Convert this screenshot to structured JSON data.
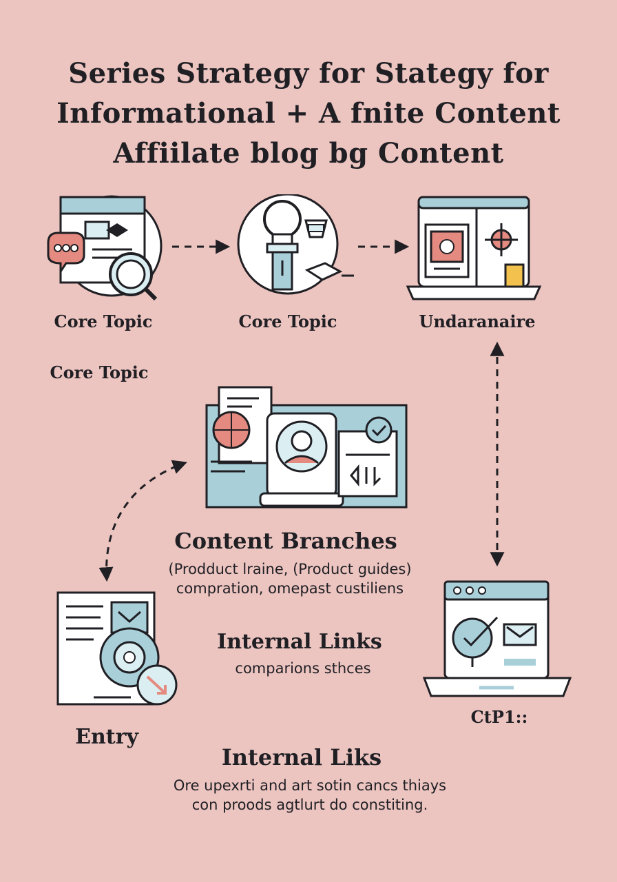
{
  "title": {
    "line1": "Series Strategy for  Stategy for",
    "line2": "Informational + A fnite Content",
    "line3": "Affiilate  blog  bg Content"
  },
  "nodes": {
    "core_topic_1": "Core Topic",
    "core_topic_2": "Core Topic",
    "undaranaire": "Undaranaire",
    "core_topic_3": "Core Topic",
    "content_branches": "Content Branches",
    "content_branches_line1": "(Prodduct lraine, (Product guides)",
    "content_branches_line2": "compration,  omepast custiliens",
    "internal_links_1": "Internal Links",
    "internal_links_1_desc": "comparions  sthces",
    "entry": "Entry",
    "ctp1": "CtP1::",
    "internal_links_2": "Internal Liks",
    "internal_links_2_line1": "Ore upexrti and art sotin cancs thiays",
    "internal_links_2_line2": "con proods agtlurt do constiting."
  },
  "colors": {
    "background": "#ecc4c0",
    "ink": "#1f1f24",
    "light_blue": "#a9cfd9",
    "pale_blue": "#dbeef2",
    "coral": "#e48a80",
    "yellow": "#f2c14e",
    "white": "#ffffff"
  }
}
